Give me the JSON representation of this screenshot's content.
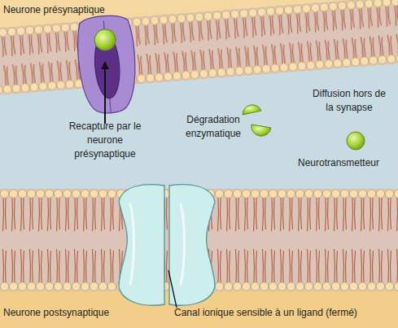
{
  "diagram": {
    "labels": [
      "Neurone présynaptique",
      "Recapture par le neurone présynaptique",
      "Dégradation enzymatique",
      "Diffusion hors de la synapse",
      "Neurotransmetteur",
      "Neurone postsynaptique",
      "Canal ionique sensible à un ligand (fermé)"
    ]
  }
}
